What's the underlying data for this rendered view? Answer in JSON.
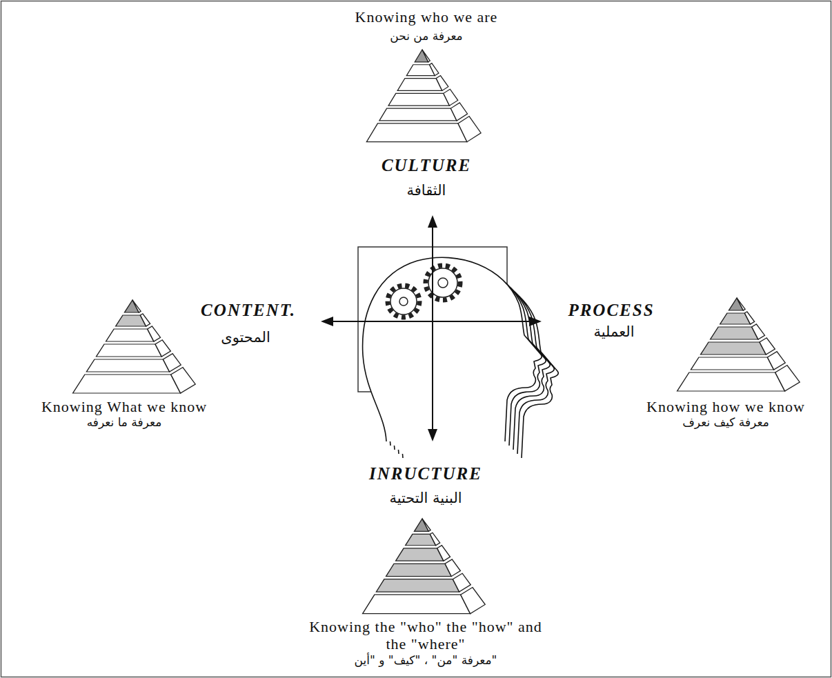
{
  "diagram": {
    "nodes": [
      {
        "text": [
          "Knowing who we are",
          "معرفة من نحن",
          "CULTURE",
          "الثقافة"
        ]
      },
      {
        "text": [
          "CONTENT.",
          "المحتوى",
          "Knowing What we know",
          "معرفة ما نعرفه"
        ]
      },
      {
        "text": [
          "PROCESS",
          "العملية",
          "Knowing how we know",
          "معرفة كيف نعرف"
        ]
      },
      {
        "text": [
          "INRUCTURE",
          "البنية التحتية",
          "Knowing the \"who\" the \"how\" and the \"where\"",
          "معرفة \"من\" ، \"كيف\" و \"أين\""
        ]
      }
    ]
  }
}
